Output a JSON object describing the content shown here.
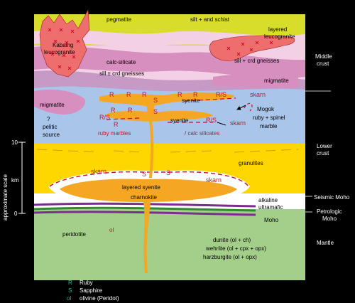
{
  "layers": {
    "pegmatite": "pegmatite",
    "silt_schist": "silt + and schist",
    "layered_leucogranite": [
      "layered",
      "leucogranite"
    ],
    "kabaing": [
      "Kabaing",
      "leucogranite"
    ],
    "calc_silicate": "calc-silicate",
    "sill_crd_gneisses_left": "sill ± crd gneisses",
    "sill_crd_gneisses_right": "sill + crd gneisses",
    "migmatite_left": "migmatite",
    "migmatite_right": "migmatite",
    "syenite_upper": "syenite",
    "syenite_lower": "syenite",
    "pelitic_source": [
      "?",
      "pelitic",
      "source"
    ],
    "mogok": [
      "Mogok",
      "ruby + spinel",
      "marble"
    ],
    "ruby_marbles": "ruby marbles",
    "calc_silicates": "/ calc silicates",
    "granulites": "granulites",
    "layered_syenite": [
      "layered syenite",
      "charnokite"
    ],
    "alkaline": [
      "alkaline",
      "ultramafic"
    ],
    "moho_inner": "Moho",
    "peridotite": "peridotite",
    "ol": "ol",
    "dunite": "dunite  (ol + ch)",
    "wehrlite": "wehrlite  (ol + cpx + opx)",
    "harzburgite": "harzburgite  (ol + opx)"
  },
  "markers": {
    "R": "R",
    "S": "S",
    "RS": "R/S",
    "skarn": "skarn"
  },
  "right_labels": {
    "middle_crust": [
      "Middle",
      "crust"
    ],
    "lower_crust": [
      "Lower",
      "crust"
    ],
    "seismic_moho": "Seismic Moho",
    "petrologic_moho": [
      "Petrologic",
      "Moho"
    ],
    "mantle": "Mantle"
  },
  "scale": {
    "axis_label": "approximate scale",
    "ticks": [
      "10",
      "0"
    ],
    "unit": "km"
  },
  "legend": [
    {
      "symbol": "R",
      "label": "Ruby",
      "color": "#1abc9c"
    },
    {
      "symbol": "S",
      "label": "Sapphire",
      "color": "#1abc9c"
    },
    {
      "symbol": "ol",
      "label": "olivine (Peridot)",
      "color": "#1abc9c"
    }
  ],
  "colors": {
    "peg": "#d8dc2a",
    "pink": "#d78fbf",
    "lightpink": "#f3d0e4",
    "leuco": "#ee6e6e",
    "blue": "#a9c6ea",
    "yellow": "#ffd700",
    "orange": "#f5a623",
    "green": "#a4cf8a",
    "purple": "#7a2c8f",
    "ruby": "#c8102e"
  }
}
